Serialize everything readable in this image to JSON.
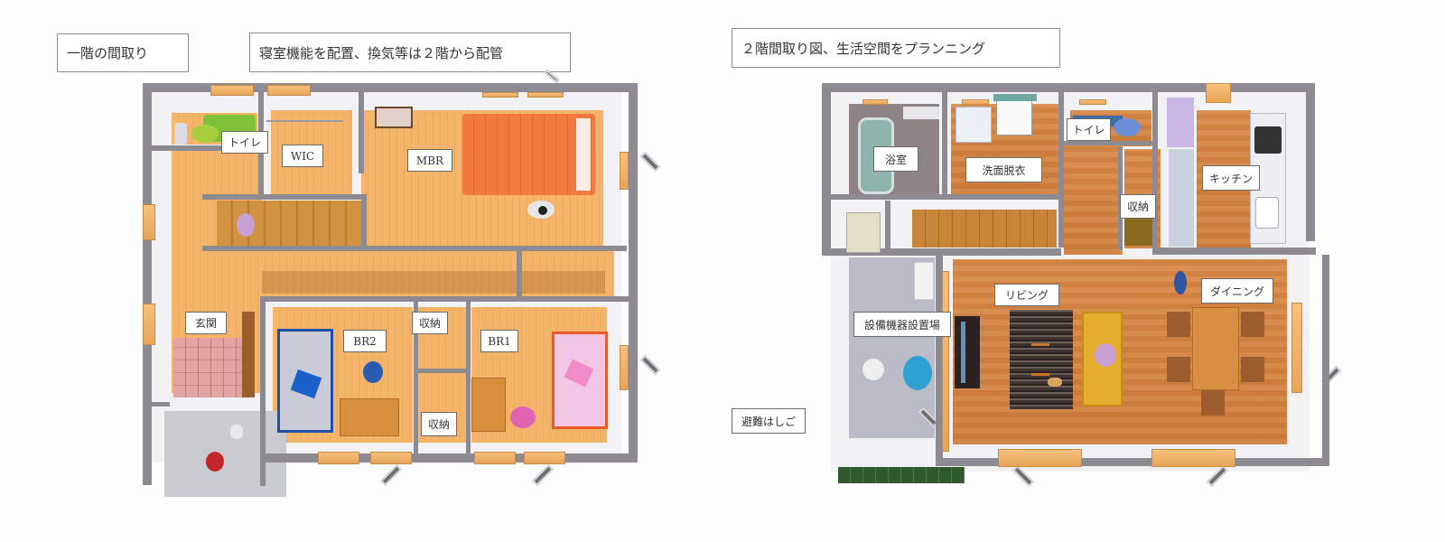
{
  "captions": {
    "first_floor_title": "一階の間取り",
    "first_floor_note": "寝室機能を配置、換気等は２階から配管",
    "second_floor_title": "２階間取り図、生活空間をプランニング"
  },
  "first_floor": {
    "rooms": {
      "toilet": "トイレ",
      "wic": "WIC",
      "mbr": "MBR",
      "entrance": "玄関",
      "br2": "BR2",
      "storage_upper": "収納",
      "storage_lower": "収納",
      "br1": "BR1"
    }
  },
  "second_floor": {
    "rooms": {
      "bathroom": "浴室",
      "washroom": "洗面脱衣",
      "toilet": "トイレ",
      "storage": "収納",
      "kitchen": "キッチン",
      "living": "リビング",
      "dining": "ダイニング",
      "equipment": "設備機器設置場",
      "escape_ladder": "避難はしご"
    }
  },
  "colors": {
    "wall": "#8d8a91",
    "floor_1f": "#f4b56a",
    "floor_2f": "#d98a48",
    "bed_mbr": "#f07a3f",
    "bed_br1": "#f4c6e6",
    "bed_br2": "#c9ccd6",
    "entrance_tile": "#e3a3a0",
    "rug": "#3e3431",
    "sofa": "#e5ad2c",
    "tv": "#2c2320",
    "balcony_floor": "#b9bcc6"
  }
}
